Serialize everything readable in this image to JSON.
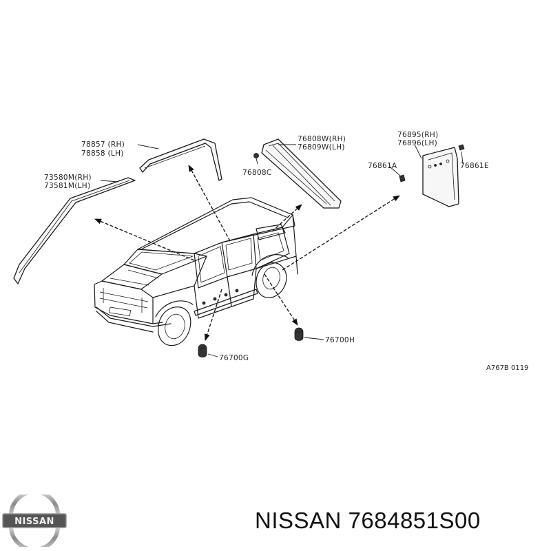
{
  "callouts": {
    "p78857": "78857 (RH)",
    "p78858": "78858 (LH)",
    "p73580m": "73580M(RH)",
    "p73581m": "73581M(LH)",
    "p76808w": "76808W(RH)",
    "p76809w": "76809W(LH)",
    "p76808c": "76808C",
    "p76895": "76895(RH)",
    "p76896": "76896(LH)",
    "p76861a": "76861A",
    "p76861e": "76861E",
    "p76700g": "76700G",
    "p76700h": "76700H"
  },
  "figure_ref": "A767B 0119",
  "footer": {
    "title": "NISSAN 7684851S00",
    "logo_text": "NISSAN"
  },
  "colors": {
    "line": "#1a1a1a",
    "background": "#ffffff",
    "logo_band": "#555555"
  }
}
